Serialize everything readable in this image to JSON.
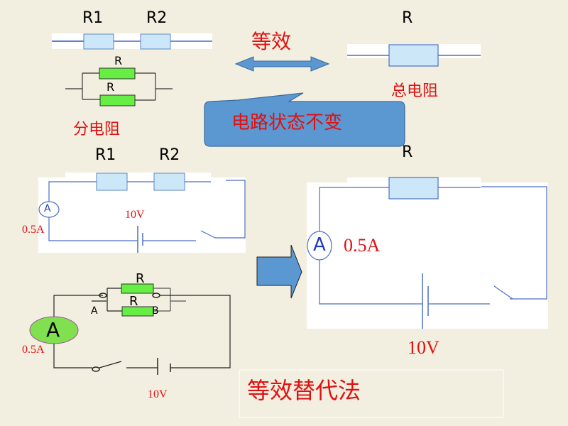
{
  "colors": {
    "background": "#f3efe0",
    "text_red": "#e01010",
    "wire_blue": "#4a6fc4",
    "resistor_fill": "#cce8f8",
    "resistor_green": "#66ee44",
    "callout_blue": "#5b98d2",
    "ammeter_green": "#80e050"
  },
  "top_left": {
    "series_labels": [
      "R1",
      "R2"
    ],
    "parallel_labels": [
      "R",
      "R"
    ],
    "caption": "分电阻"
  },
  "center": {
    "equivalence_label": "等效",
    "callout_text": "电路状态不变"
  },
  "top_right": {
    "resistor_label": "R",
    "caption": "总电阻"
  },
  "series_circuit": {
    "labels": [
      "R1",
      "R2"
    ],
    "ammeter_symbol": "A",
    "current": "0.5A",
    "voltage": "10V"
  },
  "parallel_circuit": {
    "labels": [
      "R",
      "R"
    ],
    "node_labels": [
      "A",
      "B"
    ],
    "ammeter_symbol": "A",
    "current": "0.5A",
    "voltage": "10V"
  },
  "equivalent_circuit": {
    "resistor_label": "R",
    "ammeter_symbol": "A",
    "current": "0.5A",
    "voltage": "10V"
  },
  "method": {
    "title": "等效替代法"
  }
}
